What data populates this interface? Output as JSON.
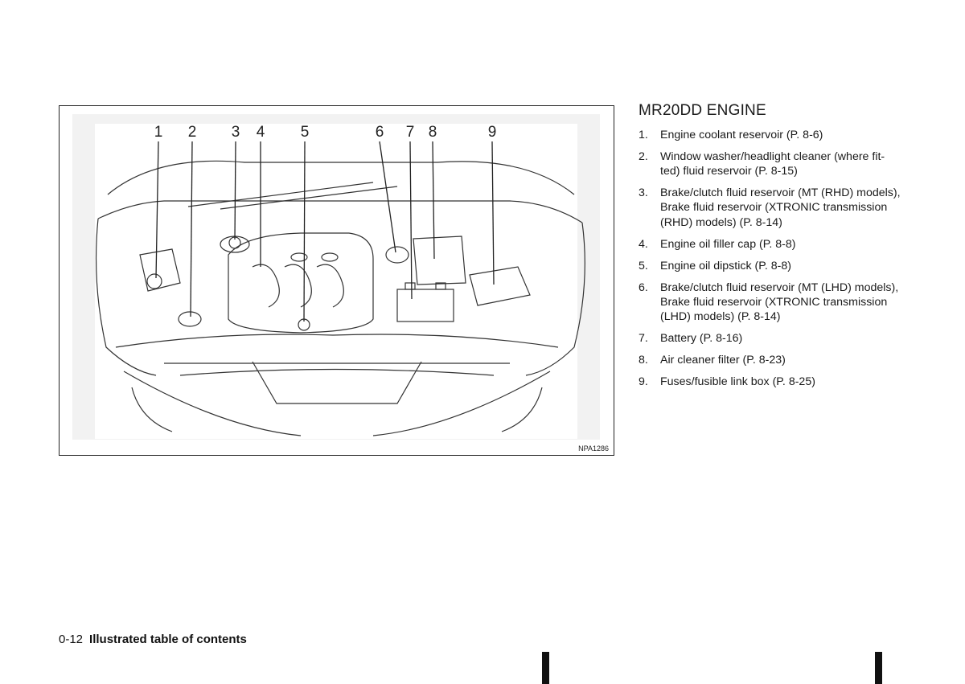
{
  "figure": {
    "callouts": [
      "1",
      "2",
      "3",
      "4",
      "5",
      "6",
      "7",
      "8",
      "9"
    ],
    "figure_id": "NPA1286"
  },
  "section": {
    "title": "MR20DD ENGINE",
    "items": [
      {
        "num": "1.",
        "text": "Engine coolant reservoir (P. 8-6)"
      },
      {
        "num": "2.",
        "text": "Window washer/headlight cleaner (where fit-ted) fluid reservoir (P. 8-15)"
      },
      {
        "num": "3.",
        "text": "Brake/clutch fluid reservoir (MT (RHD) models), Brake fluid reservoir (XTRONIC transmission (RHD) models) (P. 8-14)"
      },
      {
        "num": "4.",
        "text": "Engine oil filler cap (P. 8-8)"
      },
      {
        "num": "5.",
        "text": "Engine oil dipstick (P. 8-8)"
      },
      {
        "num": "6.",
        "text": "Brake/clutch fluid reservoir (MT (LHD) models), Brake fluid reservoir (XTRONIC transmission (LHD) models) (P. 8-14)"
      },
      {
        "num": "7.",
        "text": "Battery (P. 8-16)"
      },
      {
        "num": "8.",
        "text": "Air cleaner filter (P. 8-23)"
      },
      {
        "num": "9.",
        "text": "Fuses/fusible link box (P. 8-25)"
      }
    ]
  },
  "footer": {
    "page_number": "0-12",
    "title": "Illustrated table of contents"
  }
}
